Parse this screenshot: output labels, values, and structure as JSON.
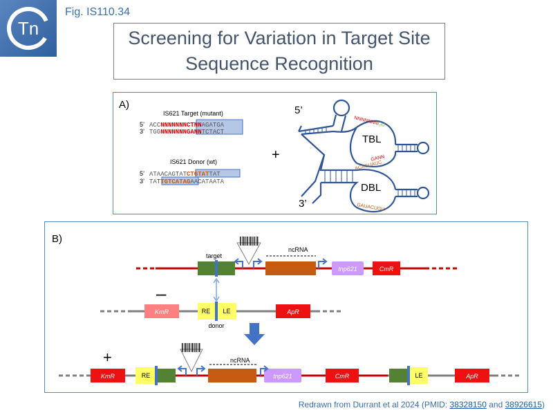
{
  "header": {
    "fig_label": "Fig. IS110.34",
    "logo_text": "Tn",
    "title_line1": "Screening for Variation in Target Site",
    "title_line2": "Sequence Recognition"
  },
  "panel_a": {
    "label": "A)",
    "target_title": "IS621 Target (mutant)",
    "target_top_prefix": "5’",
    "target_top_seq_1": "ACC",
    "target_top_seq_2": "NNNNNNNCTNN",
    "target_top_seq_3": "AGATGA",
    "target_bot_prefix": "3’",
    "target_bot_seq_1": "TGG",
    "target_bot_seq_2": "NNNNNNNGANN",
    "target_bot_seq_3": "TCTACT",
    "donor_title": "IS621 Donor (wt)",
    "donor_top_prefix": "5’",
    "donor_top_seq_1": "ATAACAGTAT",
    "donor_top_seq_2": "CTGTAT",
    "donor_top_seq_3": "TAT",
    "donor_bot_prefix": "3’",
    "donor_bot_seq_1": "TAT",
    "donor_bot_seq_2": "TGTCATAG",
    "donor_bot_seq_3": "AACATAATA",
    "plus": "+",
    "rna_5": "5’",
    "rna_3": "3’",
    "tbl": "TBL",
    "dbl": "DBL",
    "tbl_top_loop": "NNNNNNN",
    "tbl_top_loop_tail": "CU",
    "tbl_bottom_loop": "GANN",
    "dbl_top_loop": "ACAGUAUC",
    "dbl_bottom_loop": "GAUACUGU"
  },
  "panel_b": {
    "label": "B)",
    "target_label": "target",
    "ncrna_label_1": "ncRNA",
    "tnp621_label_1": "tnp621",
    "cmr_label_1": "CmR",
    "minus": "–",
    "kmr_label_1": "KmR",
    "re_label_1": "RE",
    "le_label_1": "LE",
    "donor_label": "donor",
    "apr_label_1": "ApR",
    "plus": "+",
    "kmr_label_2": "KmR",
    "re_label_2": "RE",
    "ncrna_label_2": "ncRNA",
    "tnp621_label_2": "tnp621",
    "cmr_label_2": "CmR",
    "le_label_2": "LE",
    "apr_label_2": "ApR"
  },
  "footer": {
    "credit_prefix": "Redrawn from Durrant et al 2024 (PMID: ",
    "pmid_1": "38328150",
    "credit_and": " and ",
    "pmid_2": "38926615",
    "credit_suffix": ")"
  },
  "colors": {
    "accent_blue": "#4f8bc4",
    "dna_red": "#c00000",
    "dna_grey": "#7f7f7f",
    "green_box": "#548235",
    "orange_box": "#c55a11",
    "lavender_box": "#cc99ff",
    "red_box": "#ee1111",
    "pink_box": "#ff8080",
    "yellow_box": "#ffff66",
    "arrow_blue": "#4472c4"
  }
}
